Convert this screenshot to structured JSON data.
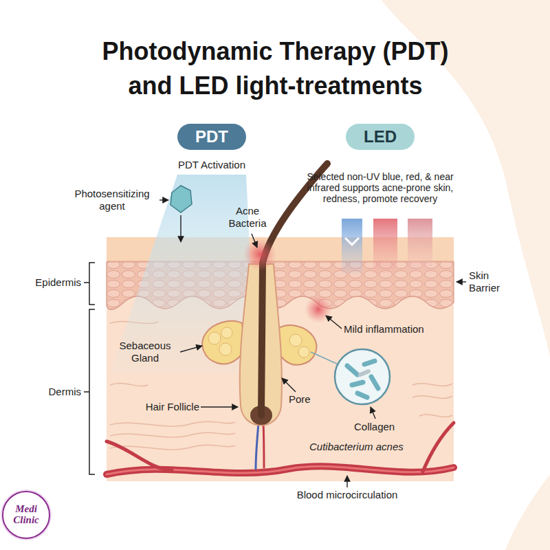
{
  "diagram": {
    "title": "Photodynamic Therapy (PDT) and LED light-treatments",
    "nodes": [
      {
        "text": [
          "PDT"
        ]
      },
      {
        "text": [
          "LED"
        ]
      },
      {
        "text": [
          "Medi Clinic"
        ]
      }
    ],
    "labels": [
      "PDT Activation",
      "Photosensitizing agent",
      "Selected non-UV blue, red, & near infrared supports acne-prone skin, redness, promote recovery",
      "Acne Bacteria",
      "Epidermis",
      "Skin Barrier",
      "Mild inflammation",
      "Dermis",
      "Sebaceous Gland",
      "Pore",
      "Hair Follicle",
      "Collagen",
      "Cutibacterium acnes",
      "Blood microcirculation"
    ]
  }
}
